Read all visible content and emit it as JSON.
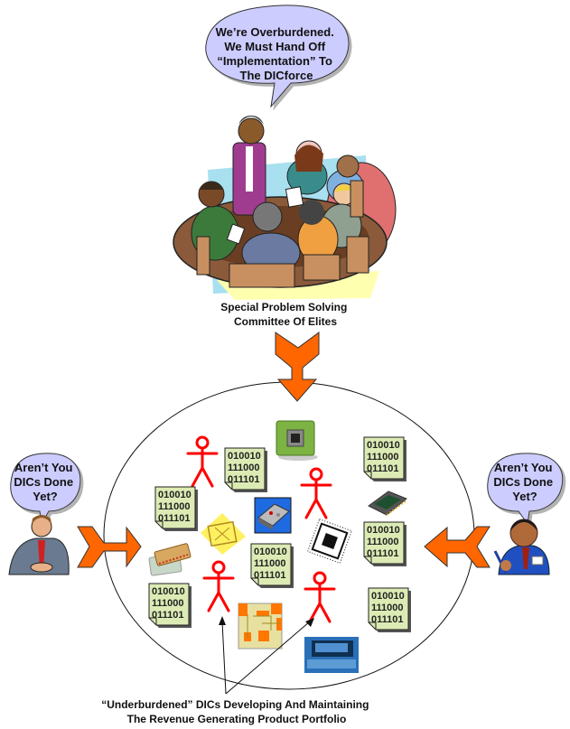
{
  "colors": {
    "bubble_fill": "#CCCCFF",
    "arrow_fill": "#FF6600",
    "stick_figure": "#FF0000",
    "doc_fill": "#DCEBB4"
  },
  "top_bubble": {
    "lines": [
      "We’re Overburdened.",
      "We Must Hand Off",
      "“Implementation” To",
      "The DICforce"
    ]
  },
  "committee_caption": {
    "lines": [
      "Special Problem Solving",
      "Committee Of Elites"
    ]
  },
  "left_manager": {
    "bubble_lines": [
      "Aren’t You",
      "DICs Done",
      "Yet?"
    ]
  },
  "right_manager": {
    "bubble_lines": [
      "Aren’t You",
      "DICs Done",
      "Yet?"
    ]
  },
  "binary_doc": {
    "lines": [
      "010010",
      "111000",
      "011101"
    ]
  },
  "bottom_caption": {
    "lines": [
      "“Underburdened” DICs Developing And Maintaining",
      "The Revenue Generating Product Portfolio"
    ]
  },
  "icons": {
    "committee": "meeting-table-clipart",
    "left_person": "businessman-seated-clipart",
    "right_person": "businessman-with-pen-clipart",
    "chips": [
      "green-cpu-chip",
      "blue-chip-board",
      "yellow-ic-chip",
      "gold-dip-chip",
      "black-qfp-chip",
      "dark-ic-chip",
      "circuit-board",
      "motherboard-photo"
    ]
  }
}
